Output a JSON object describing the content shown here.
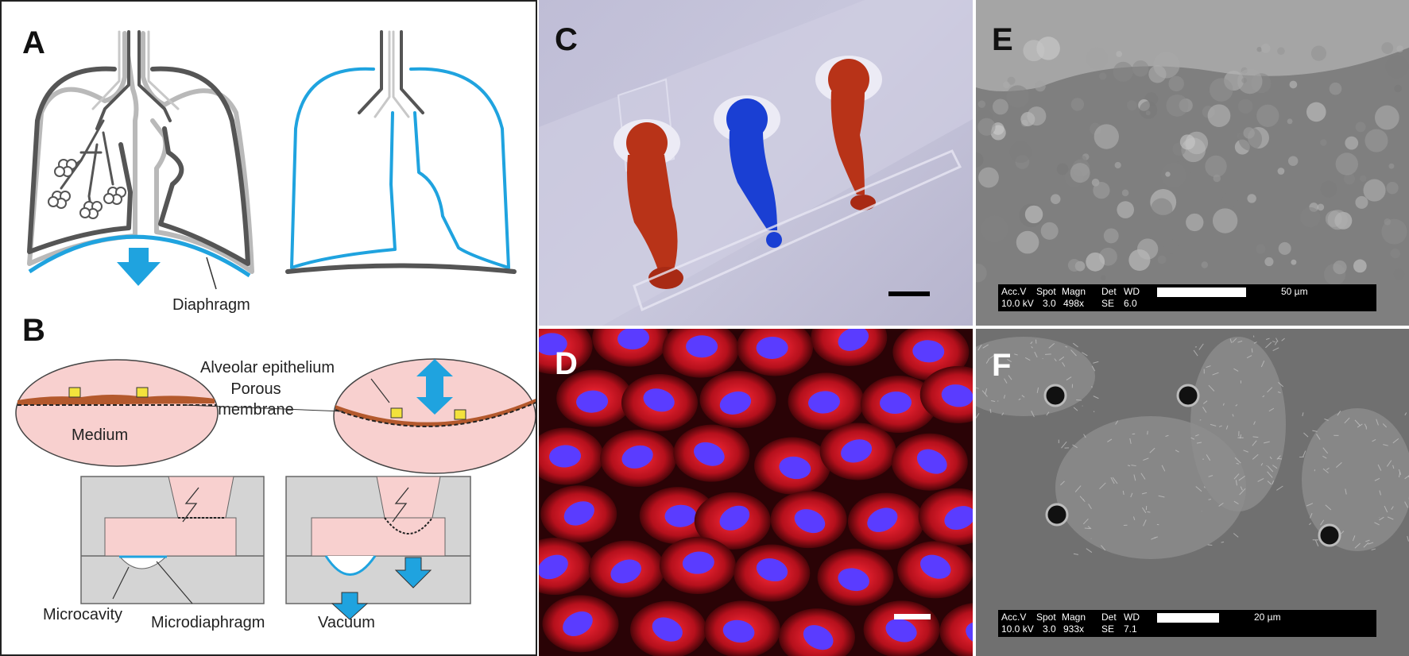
{
  "panels": {
    "a": {
      "label": "A",
      "diaphragm": "Diaphragm"
    },
    "b": {
      "label": "B",
      "alveolar": "Alveolar epithelium",
      "porous1": "Porous",
      "porous2": "membrane",
      "medium": "Medium",
      "microcavity": "Microcavity",
      "microdiaphragm": "Microdiaphragm",
      "vacuum": "Vacuum"
    },
    "c": {
      "label": "C"
    },
    "d": {
      "label": "D"
    },
    "e": {
      "label": "E",
      "h1": "Acc.V",
      "h2": "Spot",
      "h3": "Magn",
      "h4": "Det",
      "h5": "WD",
      "v1": "10.0 kV",
      "v2": "3.0",
      "v3": "498x",
      "v4": "SE",
      "v5": "6.0",
      "scale": "50 µm"
    },
    "f": {
      "label": "F",
      "h1": "Acc.V",
      "h2": "Spot",
      "h3": "Magn",
      "h4": "Det",
      "h5": "WD",
      "v1": "10.0 kV",
      "v2": "3.0",
      "v3": "933x",
      "v4": "SE",
      "v5": "7.1",
      "scale": "20 µm"
    }
  },
  "colors": {
    "blue": "#1fa3df",
    "pink": "#f8d0cf",
    "grey": "#d4d4d4",
    "lung_outline": "#555555"
  }
}
